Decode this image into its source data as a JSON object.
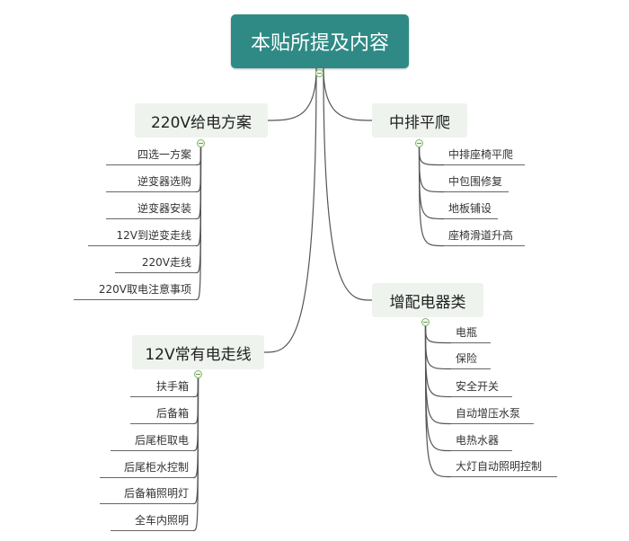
{
  "root": {
    "label": "本贴所提及内容"
  },
  "branches": [
    {
      "label": "220V给电方案",
      "children": [
        "四选一方案",
        "逆变器选购",
        "逆变器安装",
        "12V到逆变走线",
        "220V走线",
        "220V取电注意事项"
      ]
    },
    {
      "label": "中排平爬",
      "children": [
        "中排座椅平爬",
        "中包围修复",
        "地板铺设",
        "座椅滑道升高"
      ]
    },
    {
      "label": "增配电器类",
      "children": [
        "电瓶",
        "保险",
        "安全开关",
        "自动增压水泵",
        "电热水器",
        "大灯自动照明控制"
      ]
    },
    {
      "label": "12V常有电走线",
      "children": [
        "扶手箱",
        "后备箱",
        "后尾柜取电",
        "后尾柜水控制",
        "后备箱照明灯",
        "全车内照明"
      ]
    }
  ],
  "colors": {
    "root_bg": "#2f8a85",
    "branch_bg": "#eef3ee",
    "line": "#555555",
    "toggle": "#7fb56a"
  }
}
